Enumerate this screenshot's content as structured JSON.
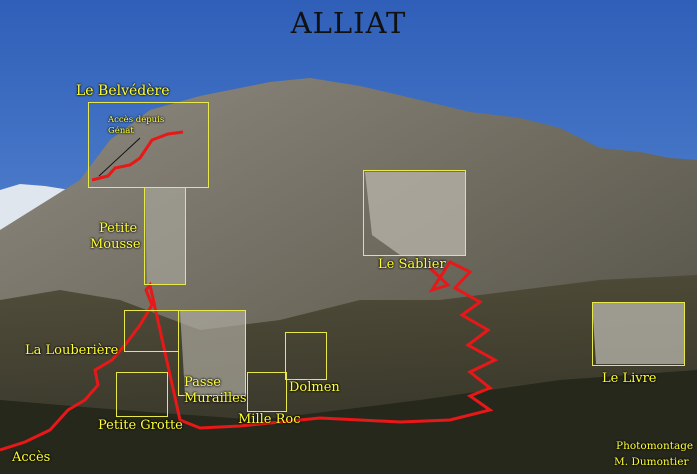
{
  "title": "ALLIAT",
  "colors": {
    "zone_outline": "#e8e84a",
    "label": "#ffff33",
    "trail": "#e81818",
    "sky": "#3f73c9"
  },
  "labels": {
    "belvedere": "Le Belvédère",
    "acces_genat_1": "Accès depuis",
    "acces_genat_2": "Génat",
    "petite_mousse_1": "Petite",
    "petite_mousse_2": "Mousse",
    "sablier": "Le Sablier",
    "louberiere": "La Louberière",
    "passe_1": "Passe",
    "passe_2": "Murailles",
    "dolmen": "Dolmen",
    "mille_roc": "Mille Roc",
    "petite_grotte": "Petite Grotte",
    "livre": "Le Livre",
    "acces": "Accès",
    "credit_1": "Photomontage",
    "credit_2": "M. Dumontier"
  }
}
